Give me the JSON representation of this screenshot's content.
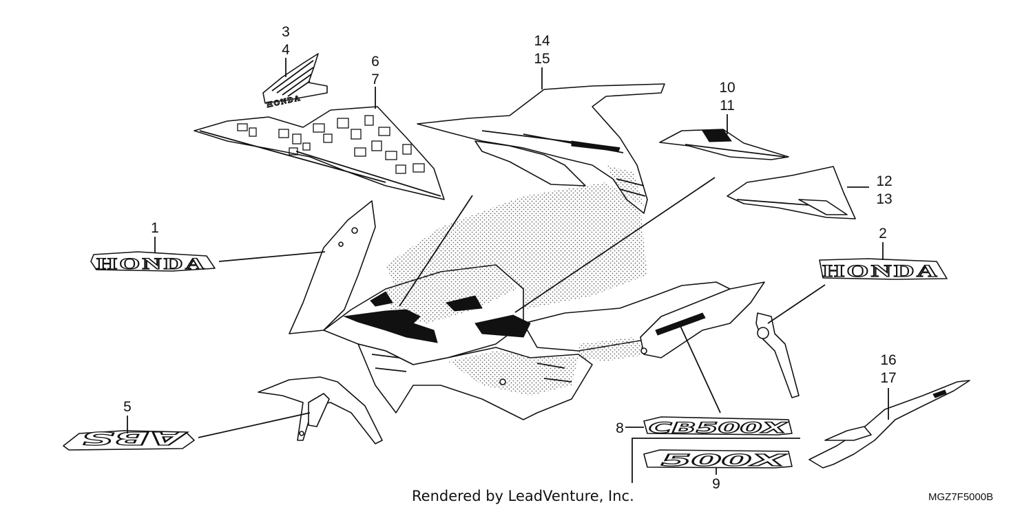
{
  "callouts": {
    "c1": "1",
    "c2": "2",
    "c3": "3",
    "c4": "4",
    "c5": "5",
    "c6": "6",
    "c7": "7",
    "c8": "8",
    "c9": "9",
    "c10": "10",
    "c11": "11",
    "c12": "12",
    "c13": "13",
    "c14": "14",
    "c15": "15",
    "c16": "16",
    "c17": "17"
  },
  "decal_text": {
    "honda_left": "HONDA",
    "honda_right": "HONDA",
    "wing_text": "HONDA",
    "abs": "ABS",
    "model_8": "CB500X",
    "model_9": "500X"
  },
  "footer": {
    "rendered_by": "Rendered by LeadVenture, Inc.",
    "diagram_code": "MGZ7F5000B"
  }
}
